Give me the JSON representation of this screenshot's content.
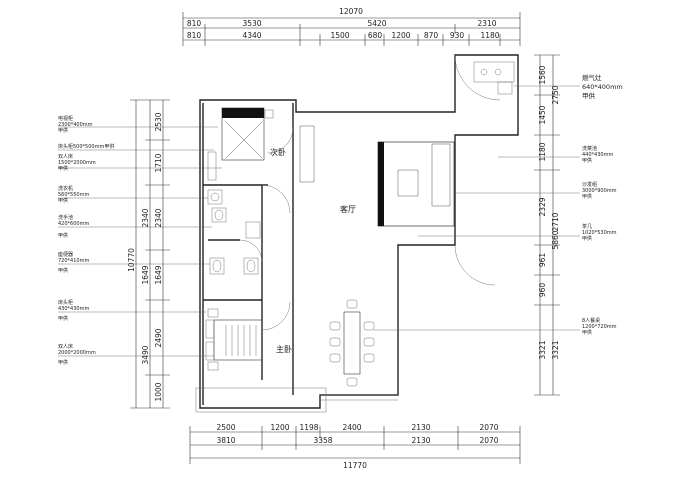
{
  "dims": {
    "top_total": "12070",
    "top_row1": [
      "810",
      "3530",
      "5420",
      "2310"
    ],
    "top_row2": [
      "810",
      "4340",
      "1500",
      "680",
      "1200",
      "870",
      "930",
      "1180"
    ],
    "bottom_row1": [
      "2500",
      "1200",
      "1198",
      "2400",
      "2130",
      "2070"
    ],
    "bottom_row2": [
      "3810",
      "3358",
      "2130",
      "2070"
    ],
    "bottom_total": "11770",
    "left_col1": [
      "2530",
      "1710",
      "2340",
      "1649",
      "2490",
      "1000"
    ],
    "left_col1_total": "10770",
    "left_col2": [
      "2340",
      "1649"
    ],
    "left_col2b": [
      "3490"
    ],
    "right_col1": [
      "1560",
      "1450",
      "1180",
      "2329",
      "961",
      "960",
      "3321"
    ],
    "right_col2": [
      "2750",
      "5860",
      "3321"
    ],
    "right_col2b": [
      "2710"
    ]
  },
  "rooms": {
    "living": "客厅",
    "master": "主卧",
    "second": "次卧"
  },
  "notes_left": [
    {
      "lines": [
        "电视柜",
        "2300*400mm",
        "甲供"
      ]
    },
    {
      "lines": [
        "床头柜500*500mm甲供"
      ]
    },
    {
      "lines": [
        "双人床",
        "1500*2000mm",
        "甲供"
      ]
    },
    {
      "lines": [
        "洗衣机",
        "560*550mm",
        "甲供"
      ]
    },
    {
      "lines": [
        "洗手池",
        "420*600mm",
        "甲供"
      ]
    },
    {
      "lines": [
        "座便器",
        "720*410mm",
        "甲供"
      ]
    },
    {
      "lines": [
        "床头柜",
        "430*430mm",
        "甲供"
      ]
    },
    {
      "lines": [
        "双人床",
        "2000*2000mm",
        "甲供"
      ]
    }
  ],
  "notes_right": [
    {
      "lines": [
        "燃气灶",
        "640*400mm",
        "甲供"
      ]
    },
    {
      "lines": [
        "洗菜池",
        "440*430mm",
        "甲供"
      ]
    },
    {
      "lines": [
        "沙发组",
        "3000*900mm",
        "甲供"
      ]
    },
    {
      "lines": [
        "茶几",
        "1020*530mm",
        "甲供"
      ]
    },
    {
      "lines": [
        "8人餐桌",
        "1200*720mm",
        "甲供"
      ]
    }
  ]
}
